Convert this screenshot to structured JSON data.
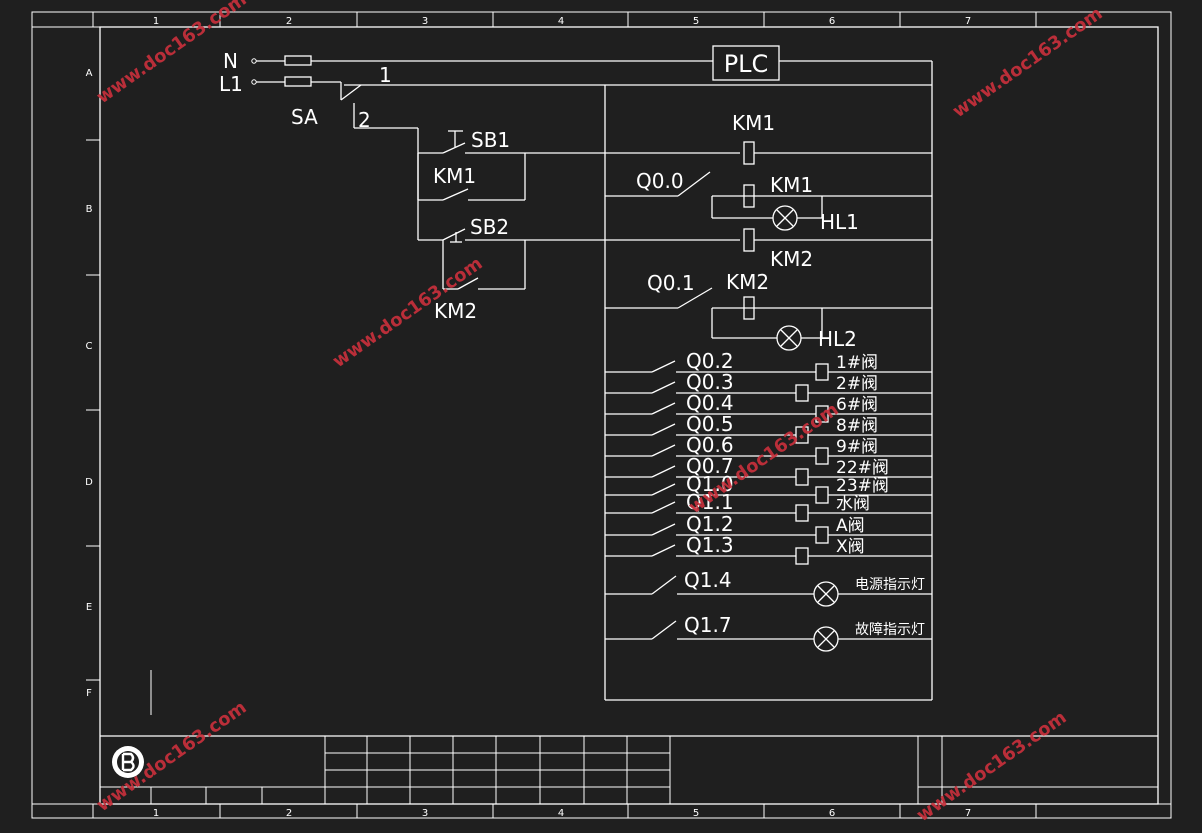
{
  "frame": {
    "columns": [
      "1",
      "2",
      "3",
      "4",
      "5",
      "6",
      "7"
    ],
    "rows": [
      "A",
      "B",
      "C",
      "D",
      "E",
      "F"
    ]
  },
  "supply": {
    "neutral": "N",
    "line": "L1",
    "switch": "SA",
    "wire_1": "1",
    "wire_2": "2"
  },
  "plc": {
    "label": "PLC"
  },
  "buttons": {
    "sb1": "SB1",
    "sb2": "SB2",
    "km1_hold": "KM1",
    "km2_hold": "KM2"
  },
  "rungs": {
    "km1_coil": "KM1",
    "q00": "Q0.0",
    "km1_contact": "KM1",
    "hl1": "HL1",
    "km2_coil": "KM2",
    "q01": "Q0.1",
    "km2_contact": "KM2",
    "hl2": "HL2"
  },
  "valves": [
    {
      "output": "Q0.2",
      "load": "1#阀"
    },
    {
      "output": "Q0.3",
      "load": "2#阀"
    },
    {
      "output": "Q0.4",
      "load": "6#阀"
    },
    {
      "output": "Q0.5",
      "load": "8#阀"
    },
    {
      "output": "Q0.6",
      "load": "9#阀"
    },
    {
      "output": "Q0.7",
      "load": "22#阀"
    },
    {
      "output": "Q1.0",
      "load": "23#阀"
    },
    {
      "output": "Q1.1",
      "load": "水阀"
    },
    {
      "output": "Q1.2",
      "load": "A阀"
    },
    {
      "output": "Q1.3",
      "load": "X阀"
    }
  ],
  "lamps": [
    {
      "output": "Q1.4",
      "label": "电源指示灯"
    },
    {
      "output": "Q1.7",
      "label": "故障指示灯"
    }
  ],
  "watermark": "www.doc163.com",
  "colors": {
    "background": "#1f1f1f",
    "lines": "#ffffff",
    "watermark": "#c8303c"
  }
}
